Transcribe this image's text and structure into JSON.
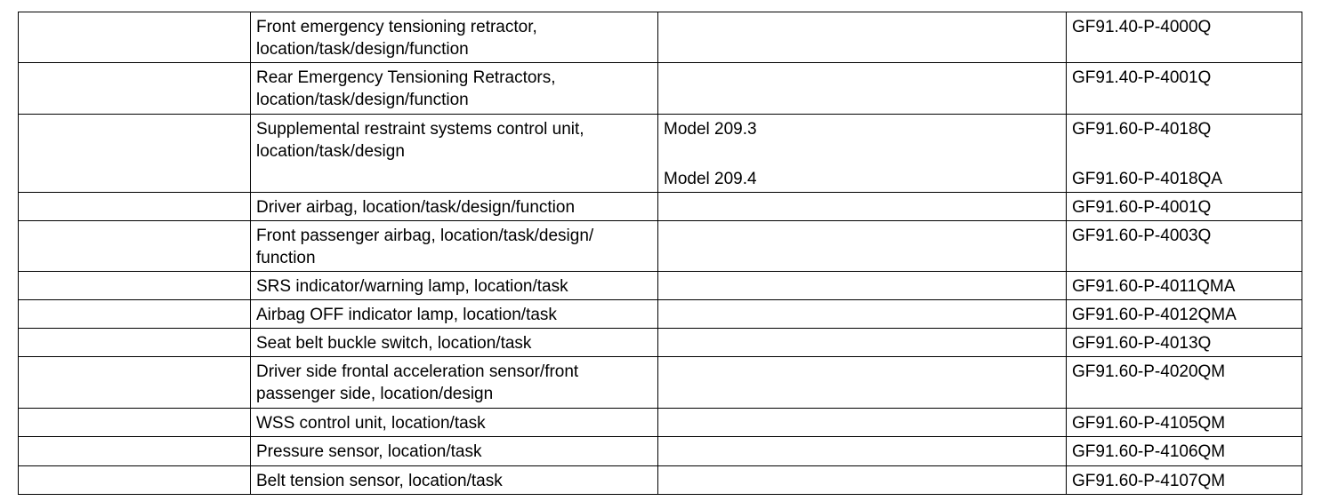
{
  "rows": [
    {
      "description": "Front emergency tensioning retractor, location/task/design/function",
      "models": [],
      "refs": [
        "GF91.40-P-4000Q"
      ]
    },
    {
      "description": "Rear Emergency Tensioning Retractors, location/task/design/function",
      "models": [],
      "refs": [
        "GF91.40-P-4001Q"
      ]
    },
    {
      "description": "Supplemental restraint systems control unit, location/task/design",
      "models": [
        "Model 209.3",
        "Model 209.4"
      ],
      "refs": [
        "GF91.60-P-4018Q",
        "GF91.60-P-4018QA"
      ]
    },
    {
      "description": "Driver airbag, location/task/design/function",
      "models": [],
      "refs": [
        "GF91.60-P-4001Q"
      ]
    },
    {
      "description": "Front passenger airbag, location/task/design/ function",
      "models": [],
      "refs": [
        "GF91.60-P-4003Q"
      ]
    },
    {
      "description": "SRS indicator/warning lamp, location/task",
      "models": [],
      "refs": [
        "GF91.60-P-4011QMA"
      ]
    },
    {
      "description": "Airbag OFF indicator lamp, location/task",
      "models": [],
      "refs": [
        "GF91.60-P-4012QMA"
      ]
    },
    {
      "description": "Seat belt buckle switch, location/task",
      "models": [],
      "refs": [
        "GF91.60-P-4013Q"
      ]
    },
    {
      "description": "Driver side frontal acceleration sensor/front passenger side, location/design",
      "models": [],
      "refs": [
        "GF91.60-P-4020QM"
      ]
    },
    {
      "description": "WSS control unit, location/task",
      "models": [],
      "refs": [
        "GF91.60-P-4105QM"
      ]
    },
    {
      "description": "Pressure sensor, location/task",
      "models": [],
      "refs": [
        "GF91.60-P-4106QM"
      ]
    },
    {
      "description": "Belt tension sensor, location/task",
      "models": [],
      "refs": [
        "GF91.60-P-4107QM"
      ]
    }
  ]
}
